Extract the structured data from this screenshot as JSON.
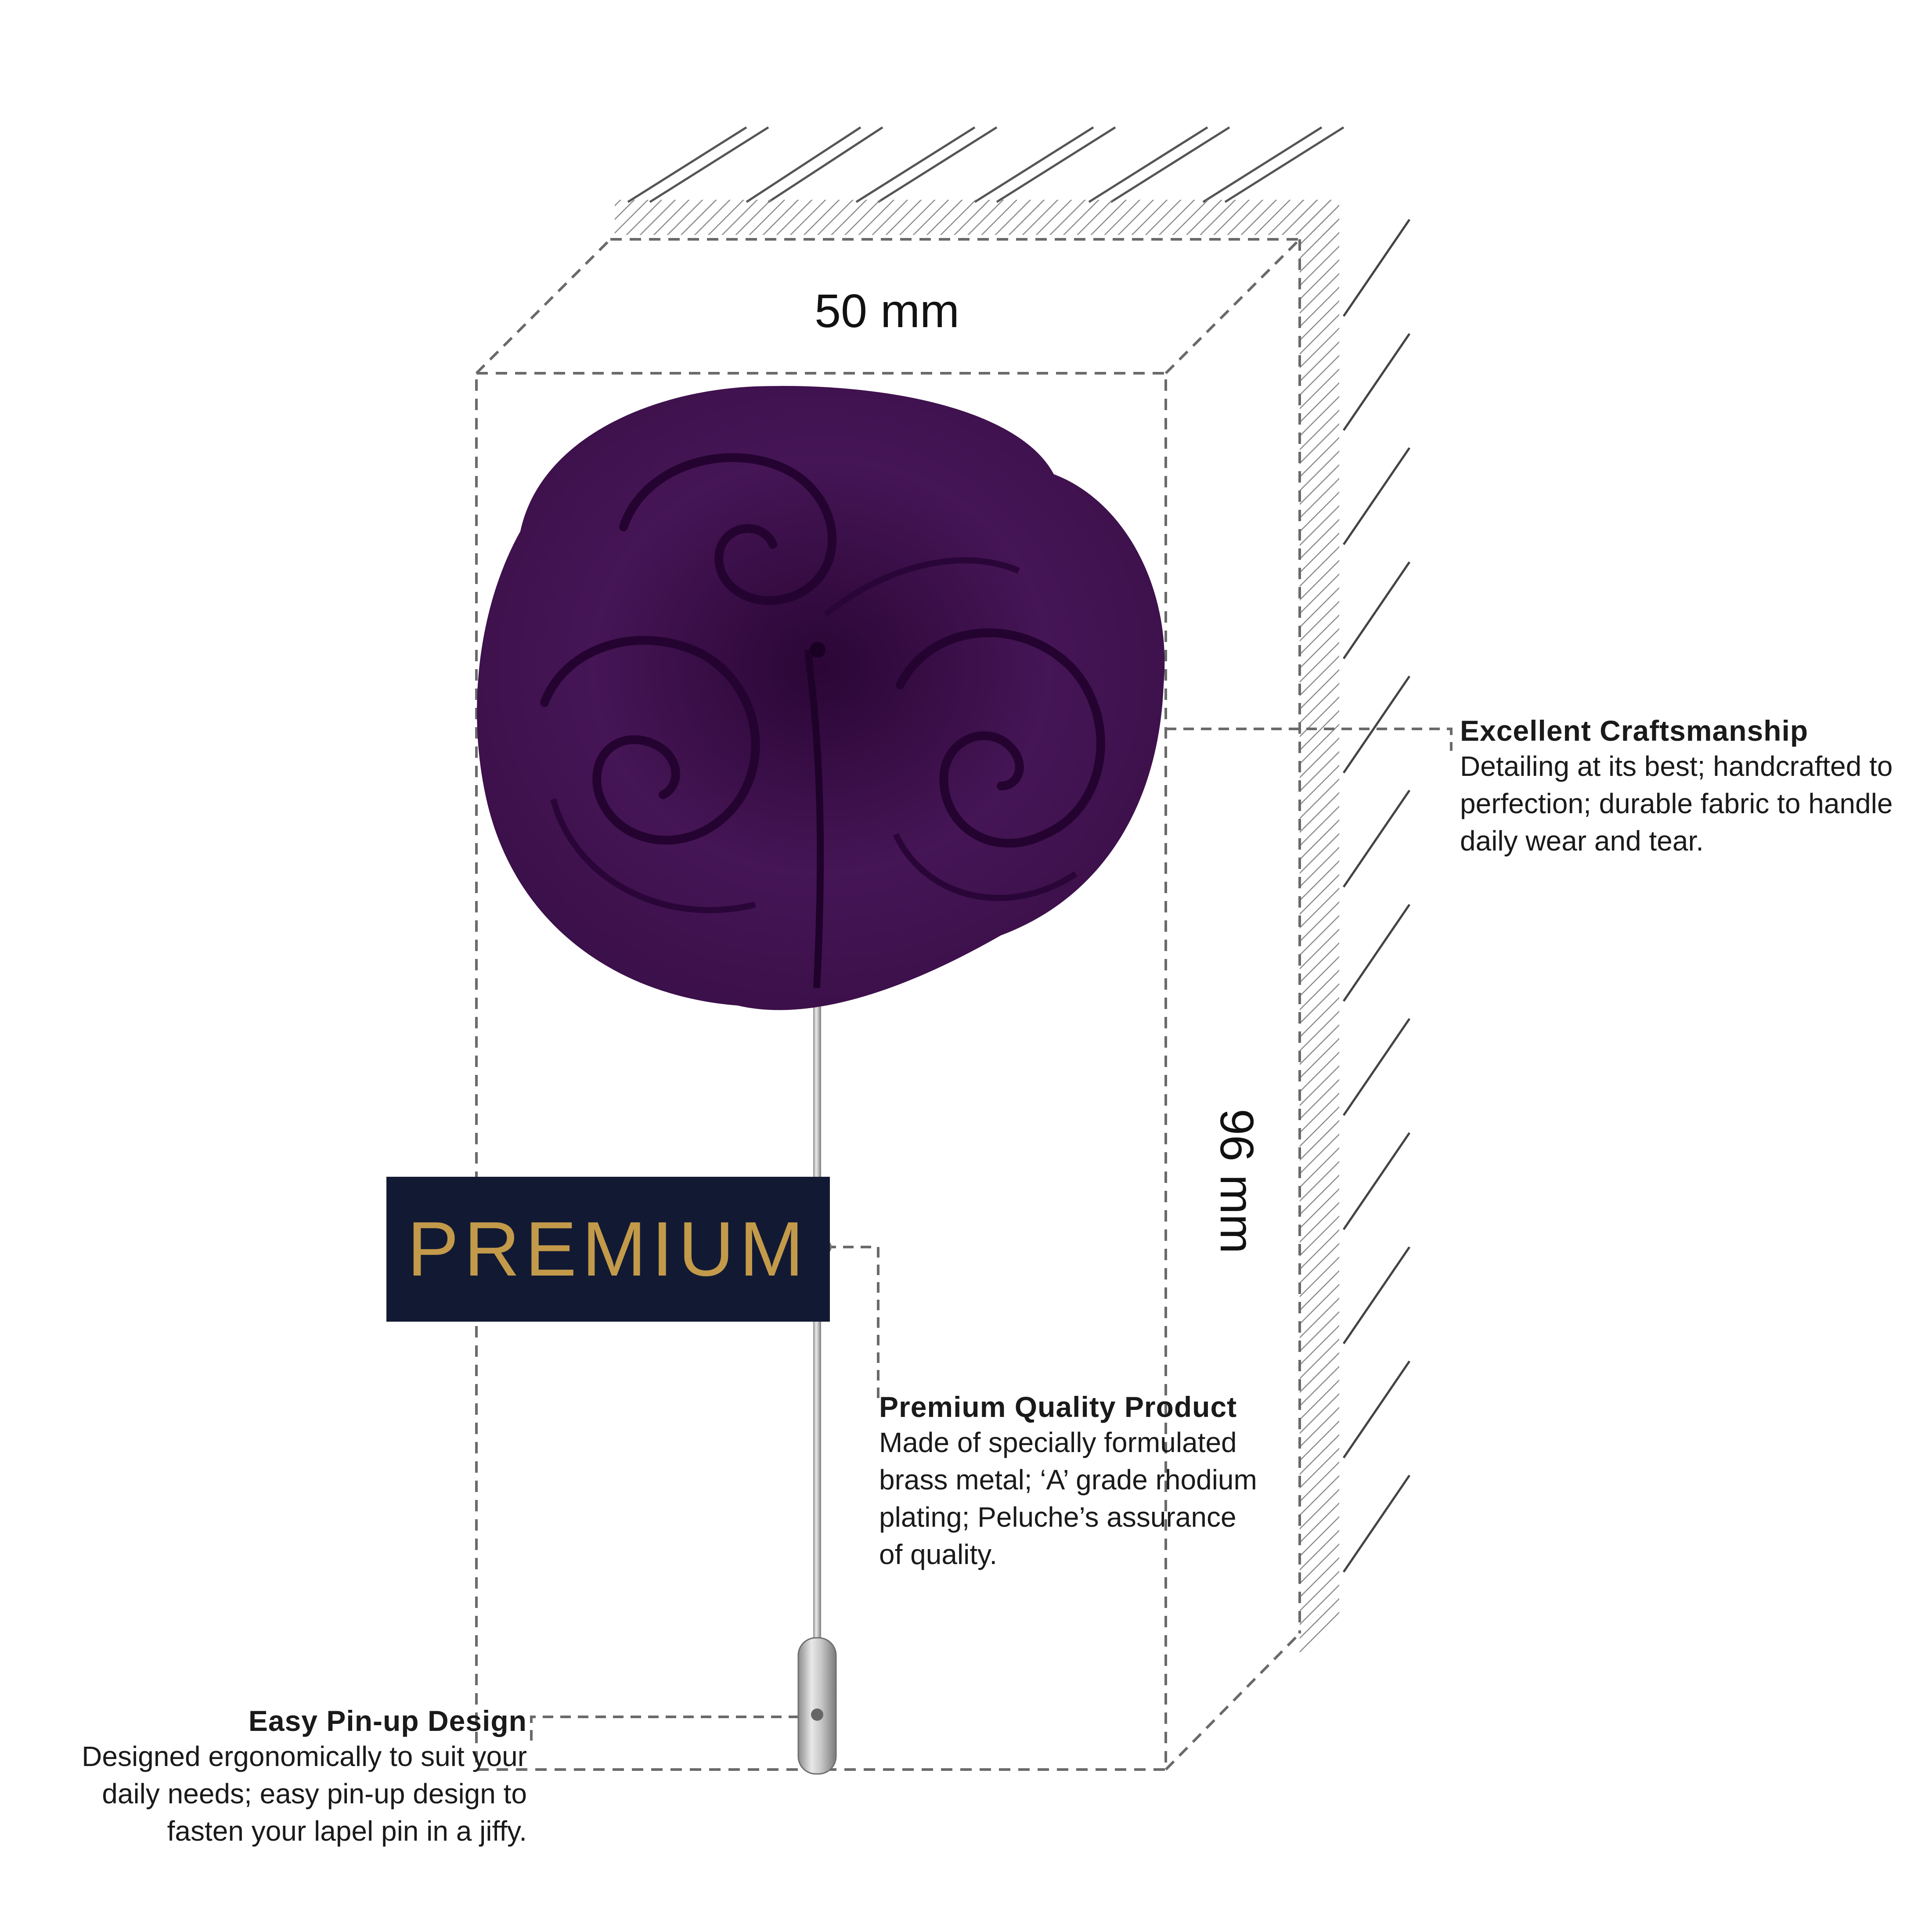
{
  "dimensions": {
    "width_label": "50 mm",
    "height_label": "96 mm"
  },
  "tag": {
    "text": "PREMIUM"
  },
  "callouts": {
    "craftsmanship": {
      "title": "Excellent Craftsmanship",
      "lines": [
        "Detailing at its best; handcrafted to",
        "perfection; durable fabric to handle",
        "daily wear and tear."
      ]
    },
    "quality": {
      "title": "Premium Quality Product",
      "lines": [
        "Made of specially formulated",
        "brass metal; ‘A’ grade rhodium",
        "plating; Peluche’s assurance",
        "of quality."
      ]
    },
    "pinup": {
      "title": "Easy Pin-up Design",
      "lines": [
        "Designed ergonomically to suit your",
        "daily needs; easy pin-up design to",
        "fasten your lapel pin in a jiffy."
      ]
    }
  },
  "colors": {
    "flower": "#3e0f4c",
    "tag_background": "#121a33",
    "tag_text": "#c39a4a",
    "pin": "#b7b7b7"
  }
}
